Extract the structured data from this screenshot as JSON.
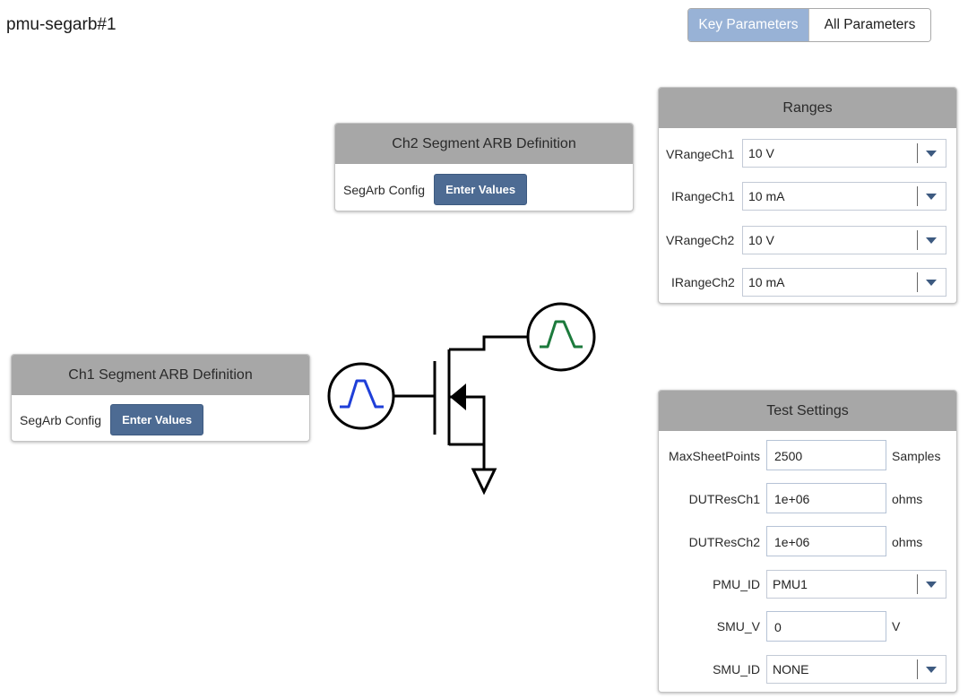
{
  "page": {
    "title": "pmu-segarb#1"
  },
  "view_toggle": {
    "key_label": "Key Parameters",
    "all_label": "All Parameters"
  },
  "ch2_panel": {
    "title": "Ch2 Segment ARB Definition",
    "config_label": "SegArb Config",
    "button_label": "Enter Values"
  },
  "ch1_panel": {
    "title": "Ch1 Segment ARB Definition",
    "config_label": "SegArb Config",
    "button_label": "Enter Values"
  },
  "ranges": {
    "title": "Ranges",
    "rows": [
      {
        "label": "VRangeCh1",
        "value": "10 V"
      },
      {
        "label": "IRangeCh1",
        "value": "10 mA"
      },
      {
        "label": "VRangeCh2",
        "value": "10 V"
      },
      {
        "label": "IRangeCh2",
        "value": "10 mA"
      }
    ]
  },
  "test_settings": {
    "title": "Test Settings",
    "max_sheet_points": {
      "label": "MaxSheetPoints",
      "value": "2500",
      "unit": "Samples"
    },
    "dut_res_ch1": {
      "label": "DUTResCh1",
      "value": "1e+06",
      "unit": "ohms"
    },
    "dut_res_ch2": {
      "label": "DUTResCh2",
      "value": "1e+06",
      "unit": "ohms"
    },
    "pmu_id": {
      "label": "PMU_ID",
      "value": "PMU1"
    },
    "smu_v": {
      "label": "SMU_V",
      "value": "0",
      "unit": "V"
    },
    "smu_id": {
      "label": "SMU_ID",
      "value": "NONE"
    }
  },
  "colors": {
    "gate_waveform": "#1f3fd8",
    "drain_waveform": "#1c7a3c",
    "button": "#4d6b93",
    "toggle_active": "#98b2d6",
    "panel_header": "#a7a7a7"
  }
}
